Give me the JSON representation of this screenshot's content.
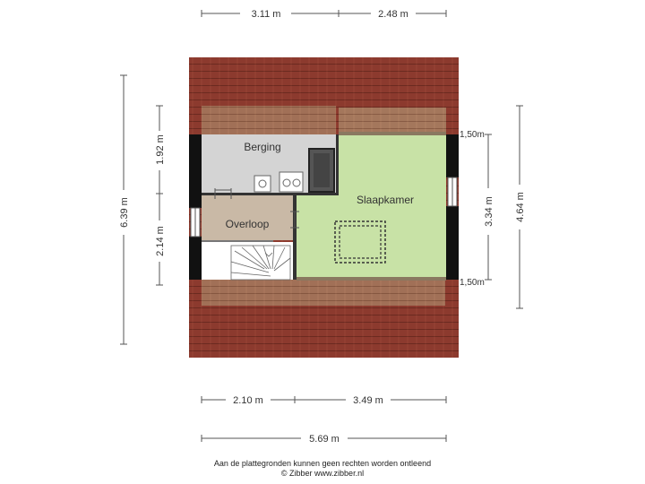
{
  "dimensions": {
    "top_left": "3.11 m",
    "top_right": "2.48 m",
    "left_total": "6.39 m",
    "left_upper": "1.92 m",
    "left_lower": "2.14 m",
    "right_inner": "3.34 m",
    "right_outer": "4.64 m",
    "ceiling_top": "1,50m",
    "ceiling_bottom": "1,50m",
    "bottom_left": "2.10 m",
    "bottom_right": "3.49 m",
    "bottom_total": "5.69 m"
  },
  "rooms": {
    "berging": "Berging",
    "slaapkamer": "Slaapkamer",
    "overloop": "Overloop"
  },
  "footer": {
    "disclaimer": "Aan de plattegronden kunnen geen rechten worden ontleend",
    "copyright": "© Zibber www.zibber.nl"
  },
  "colors": {
    "roof": "#8c3a2e",
    "wall": "#111111",
    "berging": "#d4d4d4",
    "slaapkamer": "#c8e2a6",
    "overloop": "#c9b9a6",
    "knee_wall": "#a89070"
  }
}
